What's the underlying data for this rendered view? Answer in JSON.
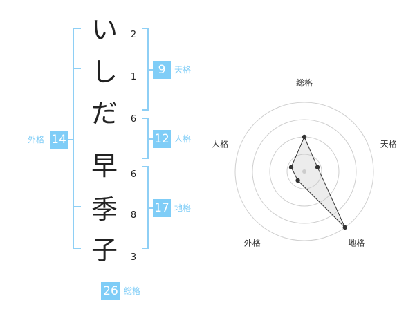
{
  "surname": [
    {
      "char": "い",
      "strokes": "2"
    },
    {
      "char": "し",
      "strokes": "1"
    },
    {
      "char": "だ",
      "strokes": "6"
    }
  ],
  "given": [
    {
      "char": "早",
      "strokes": "6"
    },
    {
      "char": "季",
      "strokes": "8"
    },
    {
      "char": "子",
      "strokes": "3"
    }
  ],
  "fortune": {
    "tenkaku": {
      "value": "9",
      "label": "天格"
    },
    "jinkaku": {
      "value": "12",
      "label": "人格"
    },
    "chikaku": {
      "value": "17",
      "label": "地格"
    },
    "gaikaku": {
      "value": "14",
      "label": "外格"
    },
    "soukaku": {
      "value": "26",
      "label": "総格"
    }
  },
  "colors": {
    "accent": "#7fcdf7",
    "bracket": "#8ecff5"
  },
  "chart_data": {
    "type": "radar",
    "axes": [
      "総格",
      "天格",
      "地格",
      "外格",
      "人格"
    ],
    "values": [
      2.5,
      1.0,
      5.0,
      0.8,
      1.0
    ],
    "rmax": 5,
    "rings": 4
  }
}
